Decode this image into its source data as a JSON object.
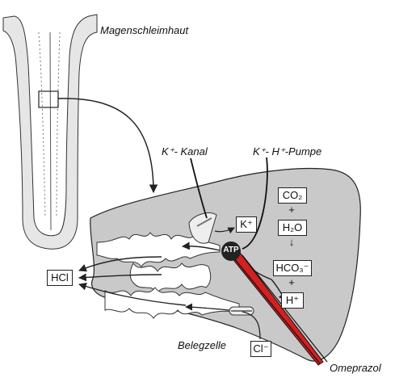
{
  "labels": {
    "mucosa": "Magenschleimhaut",
    "k_channel": "K⁺- Kanal",
    "pump": "K⁺- H⁺-Pumpe",
    "cell": "Belegzelle",
    "drug": "Omeprazol"
  },
  "chem": {
    "hcl": "HCl",
    "k_ion": "K⁺",
    "atp": "ATP",
    "co2": "CO₂",
    "plus1": "+",
    "h2o": "H₂O",
    "arrow": "↓",
    "hco3": "HCO₃⁻",
    "plus2": "+",
    "h_ion": "H⁺",
    "cl_ion": "Cl⁻"
  },
  "colors": {
    "cell_fill": "#c9c9c9",
    "outline": "#222222",
    "drug_red": "#d42020"
  }
}
